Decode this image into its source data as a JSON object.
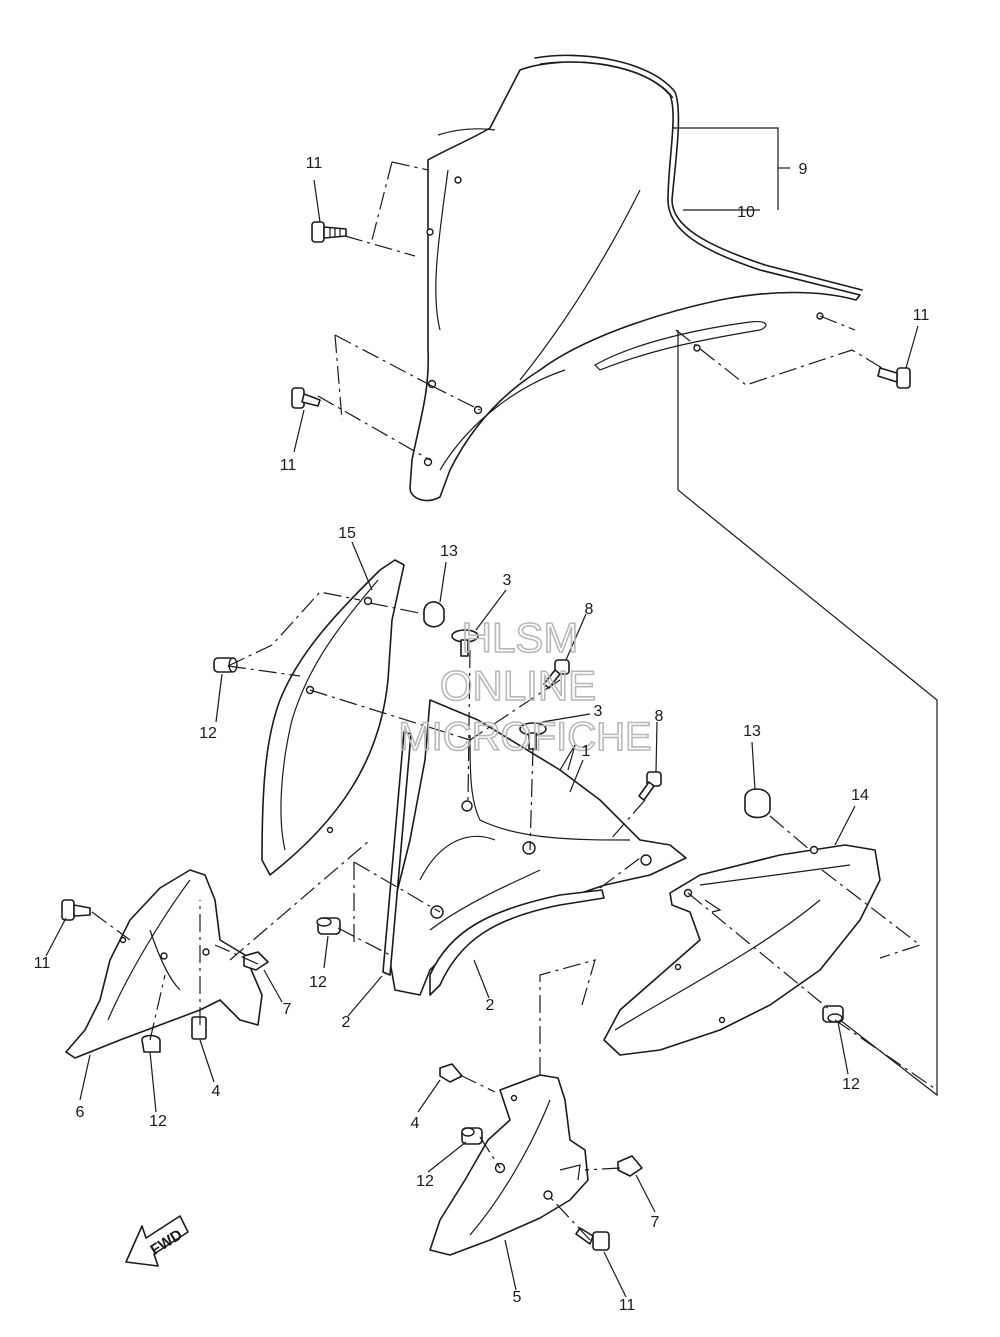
{
  "callouts": [
    {
      "id": "c11a",
      "label": "11"
    },
    {
      "id": "c9",
      "label": "9"
    },
    {
      "id": "c10",
      "label": "10"
    },
    {
      "id": "c11b",
      "label": "11"
    },
    {
      "id": "c11c",
      "label": "11"
    },
    {
      "id": "c15",
      "label": "15"
    },
    {
      "id": "c13a",
      "label": "13"
    },
    {
      "id": "c3a",
      "label": "3"
    },
    {
      "id": "c8a",
      "label": "8"
    },
    {
      "id": "c3b",
      "label": "3"
    },
    {
      "id": "c8b",
      "label": "8"
    },
    {
      "id": "c1",
      "label": "1"
    },
    {
      "id": "c13b",
      "label": "13"
    },
    {
      "id": "c14",
      "label": "14"
    },
    {
      "id": "c12a",
      "label": "12"
    },
    {
      "id": "c11d",
      "label": "11"
    },
    {
      "id": "c12b",
      "label": "12"
    },
    {
      "id": "c7a",
      "label": "7"
    },
    {
      "id": "c2a",
      "label": "2"
    },
    {
      "id": "c2b",
      "label": "2"
    },
    {
      "id": "c6",
      "label": "6"
    },
    {
      "id": "c12c",
      "label": "12"
    },
    {
      "id": "c4a",
      "label": "4"
    },
    {
      "id": "c12d",
      "label": "12"
    },
    {
      "id": "c4b",
      "label": "4"
    },
    {
      "id": "c12e",
      "label": "12"
    },
    {
      "id": "c7b",
      "label": "7"
    },
    {
      "id": "c5",
      "label": "5"
    },
    {
      "id": "c11e",
      "label": "11"
    }
  ],
  "watermark": {
    "line1": "HLSM",
    "line2": "ONLINE",
    "line3": "MICROFICHE"
  },
  "fwd_label": "FWD"
}
